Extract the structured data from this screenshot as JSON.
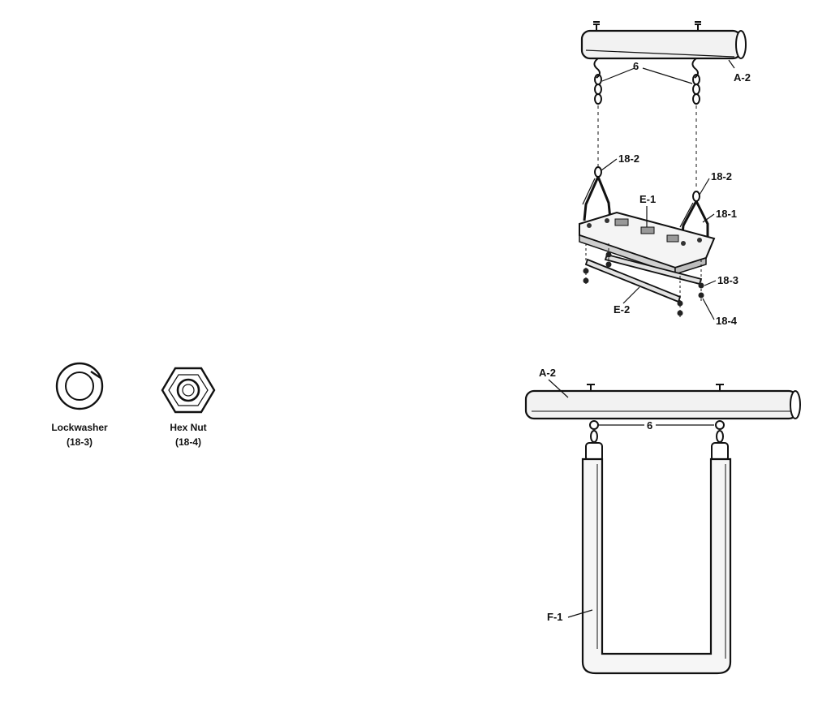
{
  "colors": {
    "ink": "#111111",
    "paper": "#ffffff",
    "shade": "#d8d8d8"
  },
  "swing_seat_assembly": {
    "top_bar": "A-2",
    "chains": "6",
    "clevis_left": "18-2",
    "clevis_right": "18-2",
    "hanger": "18-1",
    "seat": "E-1",
    "stiffener": "E-2",
    "lockwasher": "18-3",
    "nut": "18-4"
  },
  "hardware": {
    "lockwasher": {
      "name": "Lockwasher",
      "part": "(18-3)"
    },
    "hex_nut": {
      "name": "Hex Nut",
      "part": "(18-4)"
    }
  },
  "strap_seat_assembly": {
    "top_bar": "A-2",
    "chains": "6",
    "strap_seat": "F-1"
  }
}
